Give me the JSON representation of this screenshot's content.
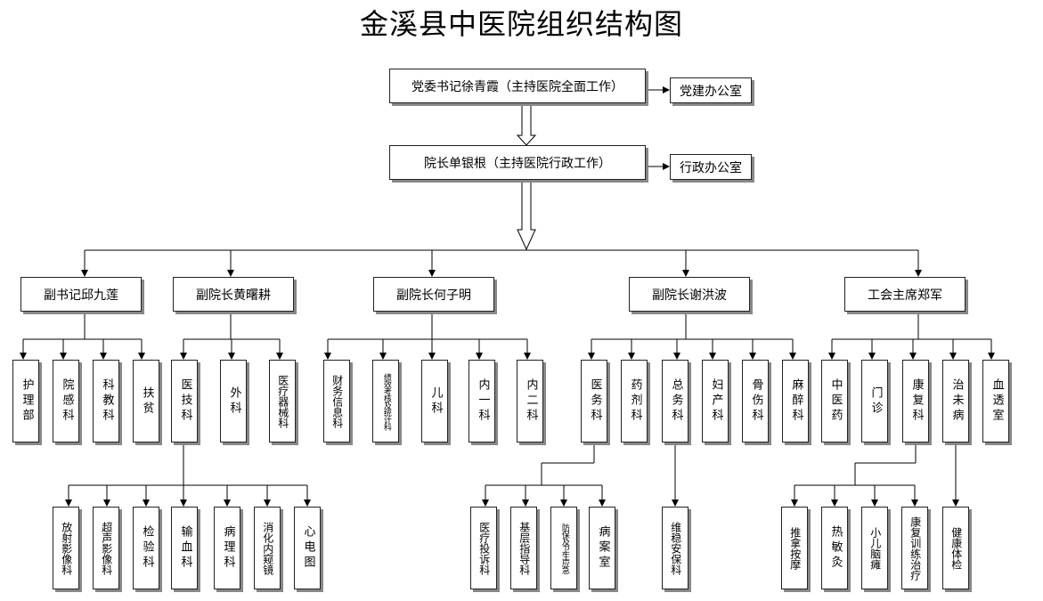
{
  "title": "金溪县中医院组织结构图",
  "top": {
    "party_secretary": "党委书记徐青霞（主持医院全面工作）",
    "party_office": "党建办公室",
    "president": "院长单银根（主持医院行政工作）",
    "admin_office": "行政办公室"
  },
  "leaders": [
    {
      "name": "副书记邱九莲",
      "depts": [
        "护理部",
        "院感科",
        "科教科",
        "扶贫"
      ]
    },
    {
      "name": "副院长黄曙耕",
      "depts": [
        "医技科",
        "外科",
        "医疗器械科"
      ]
    },
    {
      "name": "副院长何子明",
      "depts": [
        "财务信息科",
        "绩效考核及统计科",
        "儿科",
        "内一科",
        "内二科"
      ]
    },
    {
      "name": "副院长谢洪波",
      "depts": [
        "医务科",
        "药剂科",
        "总务科",
        "妇产科",
        "骨伤科",
        "麻醉科"
      ]
    },
    {
      "name": "工会主席郑军",
      "depts": [
        "中医药",
        "门诊",
        "康复科",
        "治未病",
        "血透室"
      ]
    }
  ],
  "sub_units": {
    "medical_tech": [
      "放射影像科",
      "超声影像科",
      "检验科",
      "输血科",
      "病理科",
      "消化内窥镜",
      "心电图"
    ],
    "medical_affairs": [
      "医疗投诉科",
      "基层指导科",
      "防保及卫生应急",
      "病案室"
    ],
    "general_affairs": [
      "维稳安保科"
    ],
    "rehab": [
      "推拿按摩",
      "热敏灸",
      "小儿脑瘫",
      "康复训练治疗"
    ],
    "preventive": [
      "健康体检"
    ]
  }
}
